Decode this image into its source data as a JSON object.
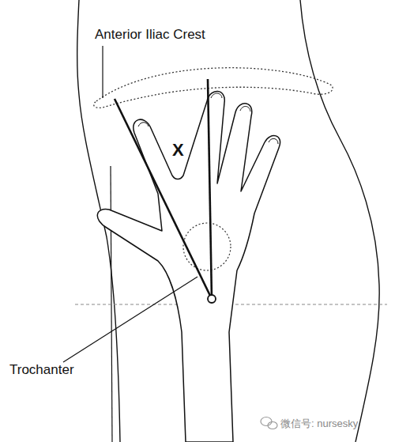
{
  "diagram": {
    "labels": [
      "Anterior Iliac Crest",
      "X",
      "Trochanter",
      "微信号: nursesky"
    ]
  }
}
